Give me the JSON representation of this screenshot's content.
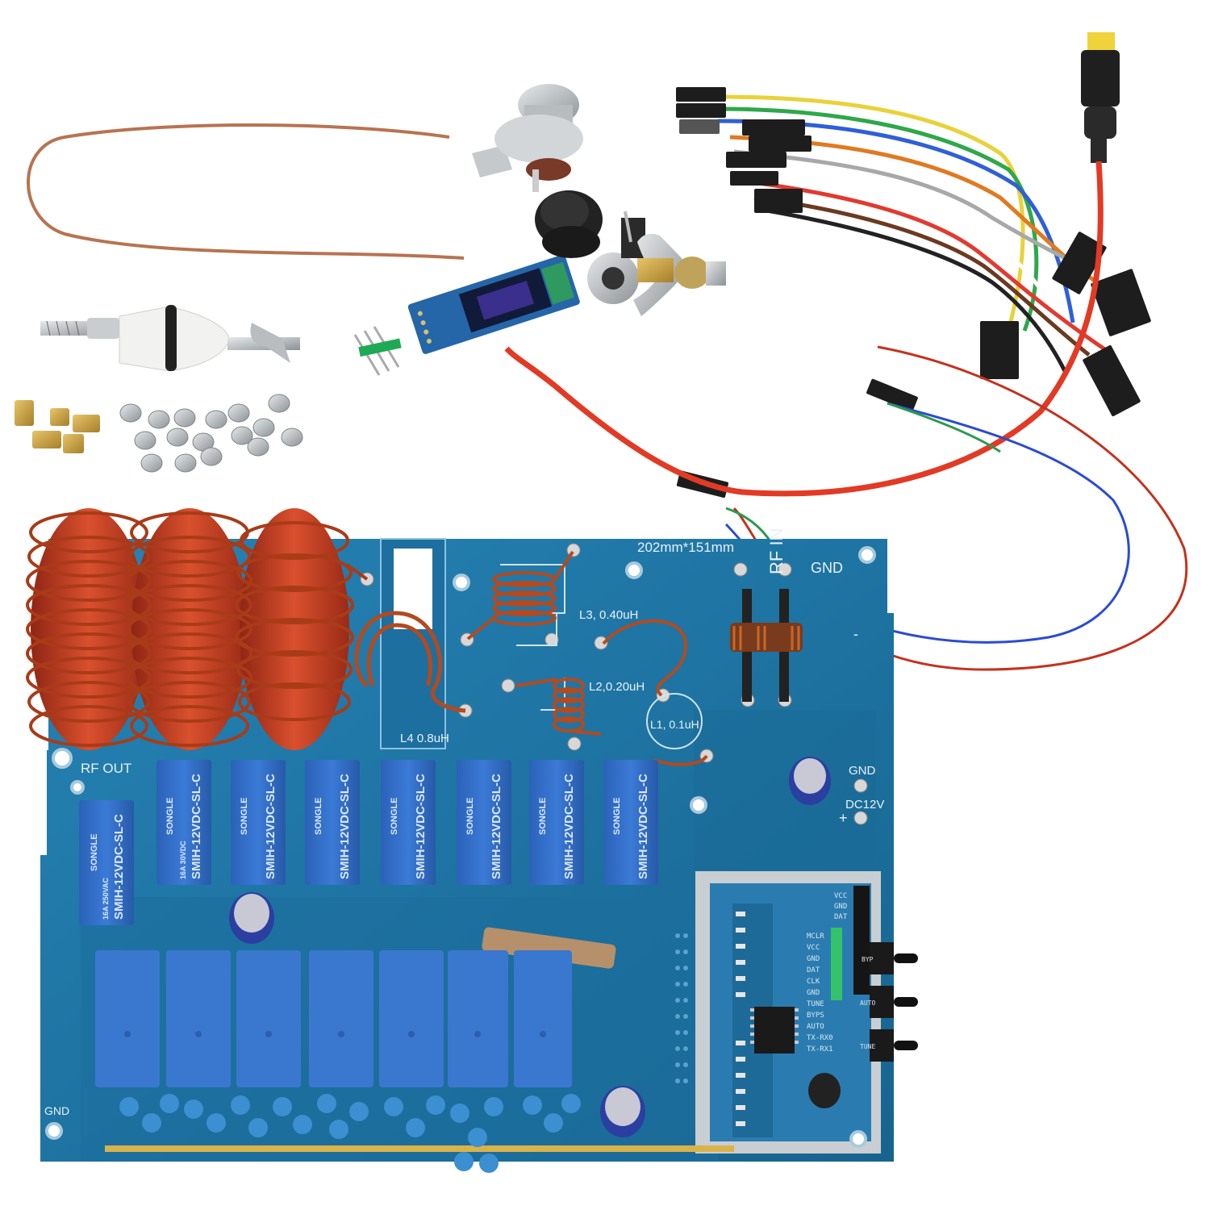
{
  "photo": {
    "board": {
      "size_label": "202mm*151mm",
      "rf_in_label": "RF IN",
      "rf_out_label": "RF OUT",
      "gnd_label": "GND",
      "gnd_bottom_label": "GND",
      "gnd_right_label": "GND",
      "dc_label": "DC12V",
      "plus_label": "+",
      "minus_label": "-",
      "inductors": [
        "L4 0.8uH",
        "L3, 0.40uH",
        "L2,0.20uH",
        "L1, 0.1uH"
      ],
      "relay_brand": "SONGLE",
      "relay_model": "SMIH-12VDC-SL-C",
      "relay_rating_1": "16A 250VAC",
      "relay_rating_2": "16A 30VDC",
      "relay_count": 8,
      "big_relay_count": 7,
      "controller_pins": [
        "VCC",
        "GND",
        "DAT"
      ],
      "controller_labels": [
        "MCLR",
        "VCC",
        "GND",
        "DAT",
        "CLK",
        "GND",
        "TUNE",
        "BYPS",
        "AUTO",
        "TX-RX0",
        "TX-RX1"
      ],
      "buttons": [
        "BYP",
        "AUTO",
        "TUNE"
      ]
    }
  },
  "colors": {
    "pcb": "#1f78a8",
    "pcb_dark": "#16628c",
    "copper": "#b34a20",
    "toroid": "#c8412a",
    "relay": "#2f6fc9",
    "relay_big": "#3a78cf",
    "cap_blue": "#3c8fd0"
  },
  "icons": [
    "toroid-inductor-icon",
    "relay-icon",
    "oled-display-icon",
    "dc-plug-icon",
    "jumper-wire-icon"
  ]
}
